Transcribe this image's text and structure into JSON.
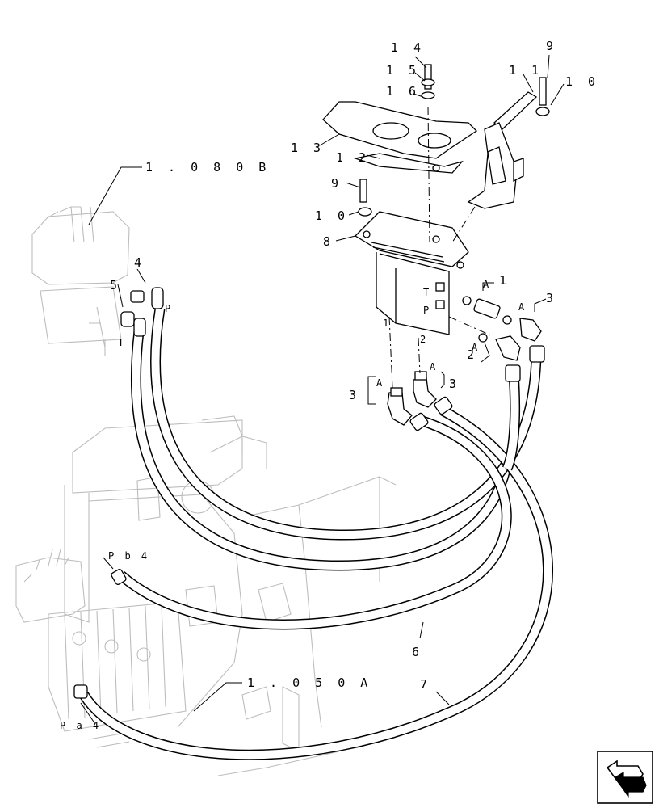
{
  "callouts": {
    "c14": "1 4",
    "c15": "1 5",
    "c16": "1 6",
    "c13": "1 3",
    "c12": "1 2",
    "c9a": "9",
    "c11": "1 1",
    "c10a": "1 0",
    "c9b": "9",
    "c10b": "1 0",
    "c8": "8",
    "ref080": "1 . 0 8 0 B",
    "c4": "4",
    "c5": "5",
    "portP_small": "P",
    "portT_small": "T",
    "c1": "1",
    "c3a": "3",
    "A1": "A",
    "A2": "A",
    "A3": "A",
    "A4": "A",
    "A5": "A",
    "portT": "T",
    "portP": "P",
    "port1": "1",
    "port2": "2",
    "c2": "2",
    "c3b": "3",
    "c3c": "3",
    "Pb4": "P b 4",
    "Pa4": "P a 4",
    "c6": "6",
    "c7": "7",
    "ref050": "1 . 0 5 0 A"
  },
  "nav_icon": "next-page-arrow-icon"
}
